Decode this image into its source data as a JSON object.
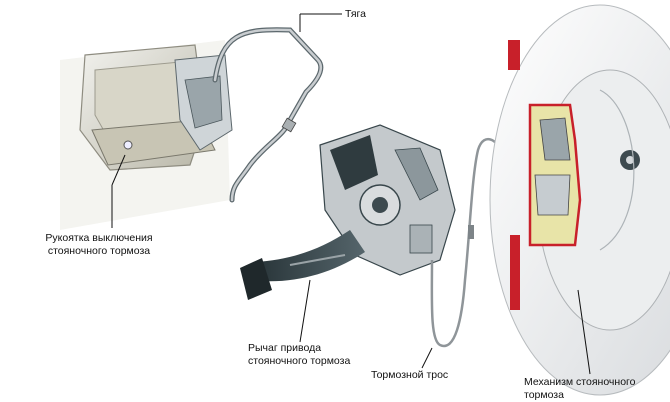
{
  "labels": {
    "tyaga": "Тяга",
    "handle": "Рукоятка выключения\nстояночного тормоза",
    "lever": "Рычаг привода\nстояночного тормоза",
    "cable": "Тормозной трос",
    "mechanism": "Механизм стояночного\nтормоза"
  },
  "colors": {
    "metal": "#c9cdd0",
    "dark_metal": "#3d4a4f",
    "pedal": "#2f3b3f",
    "disc": "#f1f2f3",
    "brake_red": "#c8202a",
    "shoe_yellow": "#e8e4a8",
    "cable": "#8f9599"
  }
}
